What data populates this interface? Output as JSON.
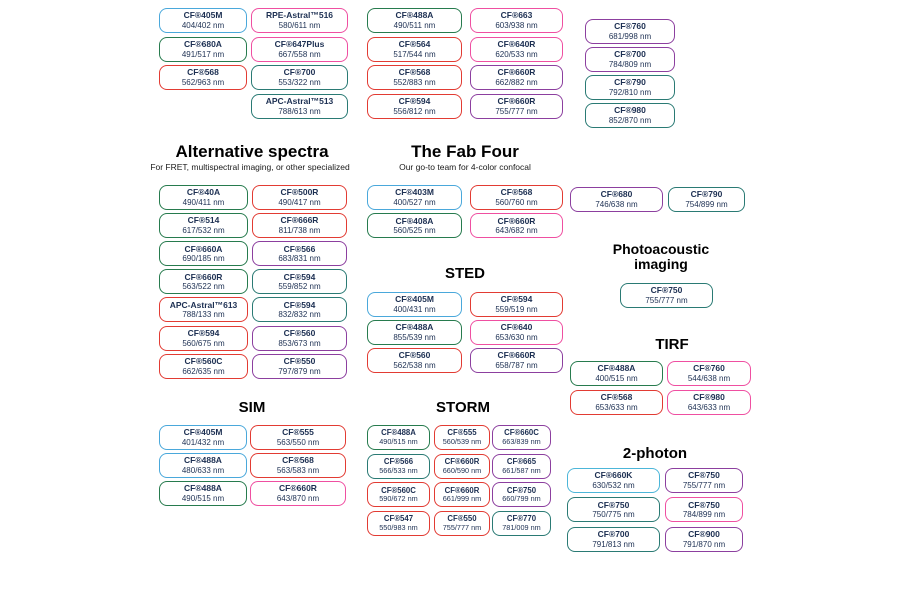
{
  "palette": {
    "blue": "#4aa8db",
    "cyan": "#4cb6d9",
    "green": "#277b4e",
    "red": "#e23b33",
    "pink": "#ef4fa1",
    "purple": "#8c3f9f",
    "teal": "#2a7a74"
  },
  "chart_data": {
    "type": "table",
    "description": "CF dye selection guide: dye chips grouped by imaging application, each chip shows dye name and Ex/Em wavelengths (nm); chip border color encodes spectral class",
    "groups": [
      {
        "id": "top-col-1",
        "title": "",
        "items": [
          {
            "name": "CF®405M",
            "range": "404/402 nm",
            "color": "blue"
          },
          {
            "name": "CF®680A",
            "range": "491/517 nm",
            "color": "green"
          },
          {
            "name": "CF®568",
            "range": "562/963 nm",
            "color": "red"
          }
        ]
      },
      {
        "id": "top-col-2",
        "title": "",
        "items": [
          {
            "name": "RPE-Astral™516",
            "range": "580/611 nm",
            "color": "pink"
          },
          {
            "name": "CF®647Plus",
            "range": "667/558 nm",
            "color": "pink"
          },
          {
            "name": "CF®700",
            "range": "553/322 nm",
            "color": "teal"
          },
          {
            "name": "APC-Astral™513",
            "range": "788/613 nm",
            "color": "teal"
          }
        ]
      },
      {
        "id": "top-col-3",
        "title": "",
        "items": [
          {
            "name": "CF®488A",
            "range": "490/511 nm",
            "color": "green"
          },
          {
            "name": "CF®564",
            "range": "517/544 nm",
            "color": "red"
          },
          {
            "name": "CF®568",
            "range": "552/883 nm",
            "color": "red"
          },
          {
            "name": "CF®594",
            "range": "556/812 nm",
            "color": "red"
          }
        ]
      },
      {
        "id": "top-col-4",
        "title": "",
        "items": [
          {
            "name": "CF®663",
            "range": "603/938 nm",
            "color": "pink"
          },
          {
            "name": "CF®640R",
            "range": "620/533 nm",
            "color": "pink"
          },
          {
            "name": "CF®660R",
            "range": "662/882 nm",
            "color": "purple"
          },
          {
            "name": "CF®660R",
            "range": "755/777 nm",
            "color": "purple"
          }
        ]
      },
      {
        "id": "top-col-5",
        "title": "",
        "items": [
          {
            "name": "CF®760",
            "range": "681/998 nm",
            "color": "purple"
          },
          {
            "name": "CF®700",
            "range": "784/809 nm",
            "color": "purple"
          },
          {
            "name": "CF®790",
            "range": "792/810 nm",
            "color": "teal"
          },
          {
            "name": "CF®980",
            "range": "852/870 nm",
            "color": "teal"
          }
        ]
      },
      {
        "id": "alternative-spectra",
        "title": "Alternative spectra",
        "subtitle": "For FRET, multispectral imaging, or other specialized",
        "items": [
          {
            "name": "CF®40A",
            "range": "490/411 nm",
            "color": "green"
          },
          {
            "name": "CF®500R",
            "range": "490/417 nm",
            "color": "red"
          },
          {
            "name": "CF®514",
            "range": "617/532 nm",
            "color": "green"
          },
          {
            "name": "CF®666R",
            "range": "811/738 nm",
            "color": "red"
          },
          {
            "name": "CF®660A",
            "range": "690/185 nm",
            "color": "green"
          },
          {
            "name": "CF®566",
            "range": "683/831 nm",
            "color": "purple"
          },
          {
            "name": "CF®660R",
            "range": "563/522 nm",
            "color": "green"
          },
          {
            "name": "CF®594",
            "range": "559/852 nm",
            "color": "teal"
          },
          {
            "name": "APC-Astral™613",
            "range": "788/133 nm",
            "color": "red"
          },
          {
            "name": "CF®594",
            "range": "832/832 nm",
            "color": "teal"
          },
          {
            "name": "CF®594",
            "range": "560/675 nm",
            "color": "red"
          },
          {
            "name": "CF®560",
            "range": "853/673 nm",
            "color": "purple"
          },
          {
            "name": "CF®560C",
            "range": "662/635 nm",
            "color": "red"
          },
          {
            "name": "CF®550",
            "range": "797/879 nm",
            "color": "purple"
          }
        ]
      },
      {
        "id": "fab-four",
        "title": "The Fab Four",
        "subtitle": "Our go-to team for 4-color confocal",
        "items": [
          {
            "name": "CF®403M",
            "range": "400/527 nm",
            "color": "blue"
          },
          {
            "name": "CF®568",
            "range": "560/760 nm",
            "color": "red"
          },
          {
            "name": "CF®408A",
            "range": "560/525 nm",
            "color": "green"
          },
          {
            "name": "CF®660R",
            "range": "643/682 nm",
            "color": "pink"
          }
        ]
      },
      {
        "id": "sted",
        "title": "STED",
        "items": [
          {
            "name": "CF®405M",
            "range": "400/431 nm",
            "color": "blue"
          },
          {
            "name": "CF®594",
            "range": "559/519 nm",
            "color": "red"
          },
          {
            "name": "CF®488A",
            "range": "855/539 nm",
            "color": "green"
          },
          {
            "name": "CF®640",
            "range": "653/630 nm",
            "color": "pink"
          },
          {
            "name": "CF®560",
            "range": "562/538 nm",
            "color": "red"
          },
          {
            "name": "CF®660R",
            "range": "658/787 nm",
            "color": "purple"
          }
        ]
      },
      {
        "id": "nir-pair",
        "title": "",
        "items": [
          {
            "name": "CF®680",
            "range": "746/638 nm",
            "color": "purple"
          },
          {
            "name": "CF®790",
            "range": "754/899 nm",
            "color": "teal"
          }
        ]
      },
      {
        "id": "photoacoustic",
        "title": "Photoacoustic imaging",
        "items": [
          {
            "name": "CF®750",
            "range": "755/777 nm",
            "color": "teal"
          }
        ]
      },
      {
        "id": "tirf",
        "title": "TIRF",
        "items": [
          {
            "name": "CF®488A",
            "range": "400/515 nm",
            "color": "green"
          },
          {
            "name": "CF®760",
            "range": "544/638 nm",
            "color": "pink"
          },
          {
            "name": "CF®568",
            "range": "653/633 nm",
            "color": "red"
          },
          {
            "name": "CF®980",
            "range": "643/633 nm",
            "color": "pink"
          }
        ]
      },
      {
        "id": "sim",
        "title": "SIM",
        "items": [
          {
            "name": "CF®405M",
            "range": "401/432 nm",
            "color": "blue"
          },
          {
            "name": "CF®555",
            "range": "563/550 nm",
            "color": "red"
          },
          {
            "name": "CF®488A",
            "range": "480/633 nm",
            "color": "blue"
          },
          {
            "name": "CF®568",
            "range": "563/583 nm",
            "color": "red"
          },
          {
            "name": "CF®488A",
            "range": "490/515 nm",
            "color": "green"
          },
          {
            "name": "CF®660R",
            "range": "643/870 nm",
            "color": "pink"
          }
        ]
      },
      {
        "id": "storm",
        "title": "STORM",
        "items": [
          {
            "name": "CF®488A",
            "range": "490/515 nm",
            "color": "green"
          },
          {
            "name": "CF®555",
            "range": "560/539 nm",
            "color": "red"
          },
          {
            "name": "CF®660C",
            "range": "663/839 nm",
            "color": "purple"
          },
          {
            "name": "CF®566",
            "range": "566/533 nm",
            "color": "teal"
          },
          {
            "name": "CF®660R",
            "range": "660/590 nm",
            "color": "red"
          },
          {
            "name": "CF®665",
            "range": "661/587 nm",
            "color": "purple"
          },
          {
            "name": "CF®560C",
            "range": "590/672 nm",
            "color": "red"
          },
          {
            "name": "CF®660R",
            "range": "661/999 nm",
            "color": "red"
          },
          {
            "name": "CF®750",
            "range": "660/799 nm",
            "color": "purple"
          },
          {
            "name": "CF®547",
            "range": "550/983 nm",
            "color": "red"
          },
          {
            "name": "CF®550",
            "range": "755/777 nm",
            "color": "red"
          },
          {
            "name": "CF®770",
            "range": "781/009 nm",
            "color": "teal"
          }
        ]
      },
      {
        "id": "two-photon",
        "title": "2-photon",
        "items": [
          {
            "name": "CF®660K",
            "range": "630/532 nm",
            "color": "cyan"
          },
          {
            "name": "CF®750",
            "range": "755/777 nm",
            "color": "purple"
          },
          {
            "name": "CF®750",
            "range": "750/775 nm",
            "color": "teal"
          },
          {
            "name": "CF®750",
            "range": "784/899 nm",
            "color": "pink"
          },
          {
            "name": "CF®700",
            "range": "791/813 nm",
            "color": "teal"
          },
          {
            "name": "CF®900",
            "range": "791/870 nm",
            "color": "purple"
          }
        ]
      }
    ]
  }
}
